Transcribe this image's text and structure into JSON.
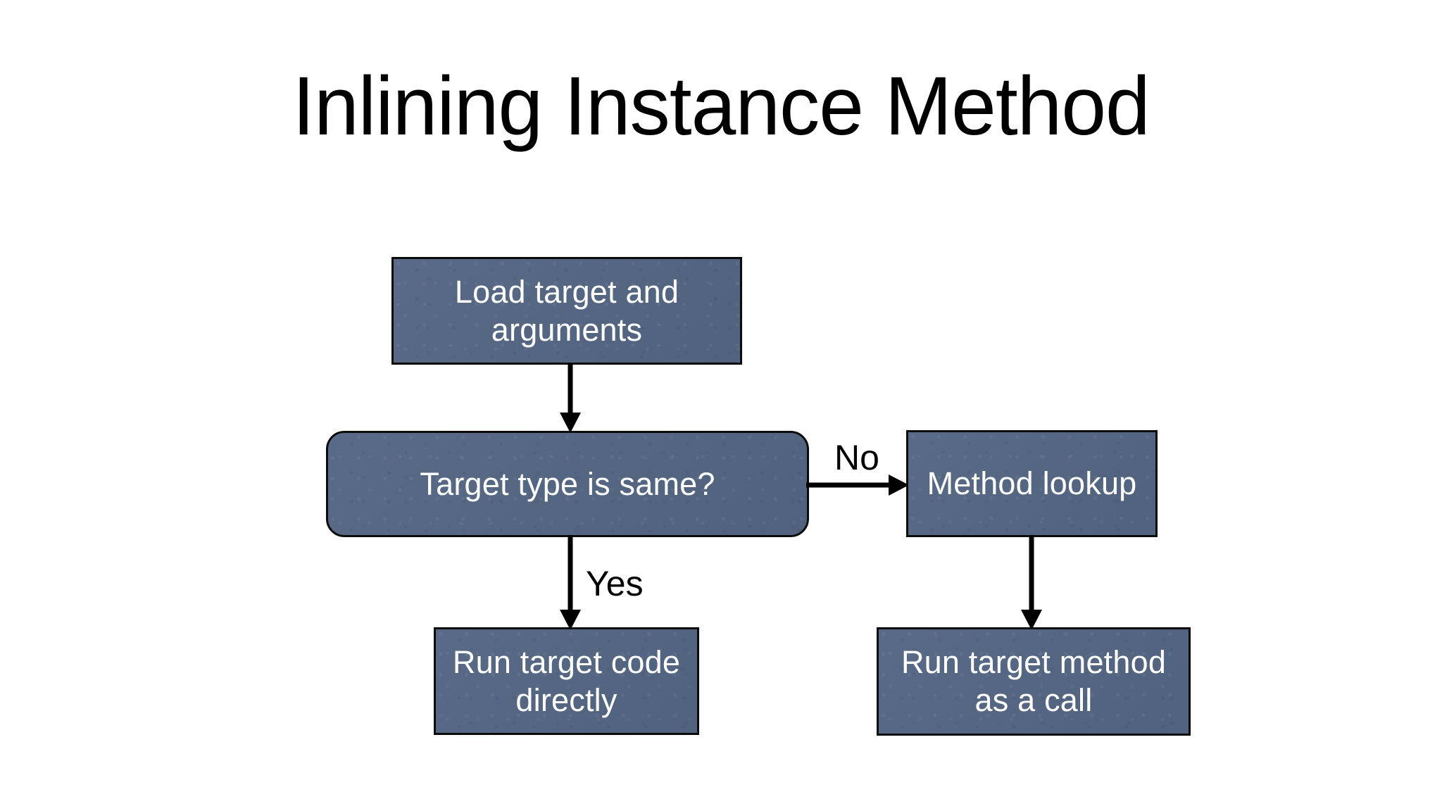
{
  "slide": {
    "title": "Inlining Instance Method",
    "background_color": "#ffffff",
    "node_fill_color": "#536582",
    "node_border_color": "#0c0c0c",
    "node_text_color": "#ffffff",
    "connector_color": "#000000"
  },
  "diagram": {
    "type": "flowchart",
    "nodes": [
      {
        "id": "load",
        "label": "Load target and\narguments",
        "shape": "rectangle"
      },
      {
        "id": "decision",
        "label": "Target type is same?",
        "shape": "rounded-rectangle"
      },
      {
        "id": "lookup",
        "label": "Method lookup",
        "shape": "rectangle"
      },
      {
        "id": "run_direct",
        "label": "Run target code\ndirectly",
        "shape": "rectangle"
      },
      {
        "id": "run_call",
        "label": "Run target method\nas a call",
        "shape": "rectangle"
      }
    ],
    "edges": [
      {
        "from": "load",
        "to": "decision",
        "label": "",
        "direction": "down"
      },
      {
        "from": "decision",
        "to": "lookup",
        "label": "No",
        "direction": "right"
      },
      {
        "from": "decision",
        "to": "run_direct",
        "label": "Yes",
        "direction": "down"
      },
      {
        "from": "lookup",
        "to": "run_call",
        "label": "",
        "direction": "down"
      }
    ],
    "edge_labels": {
      "no": "No",
      "yes": "Yes"
    }
  }
}
